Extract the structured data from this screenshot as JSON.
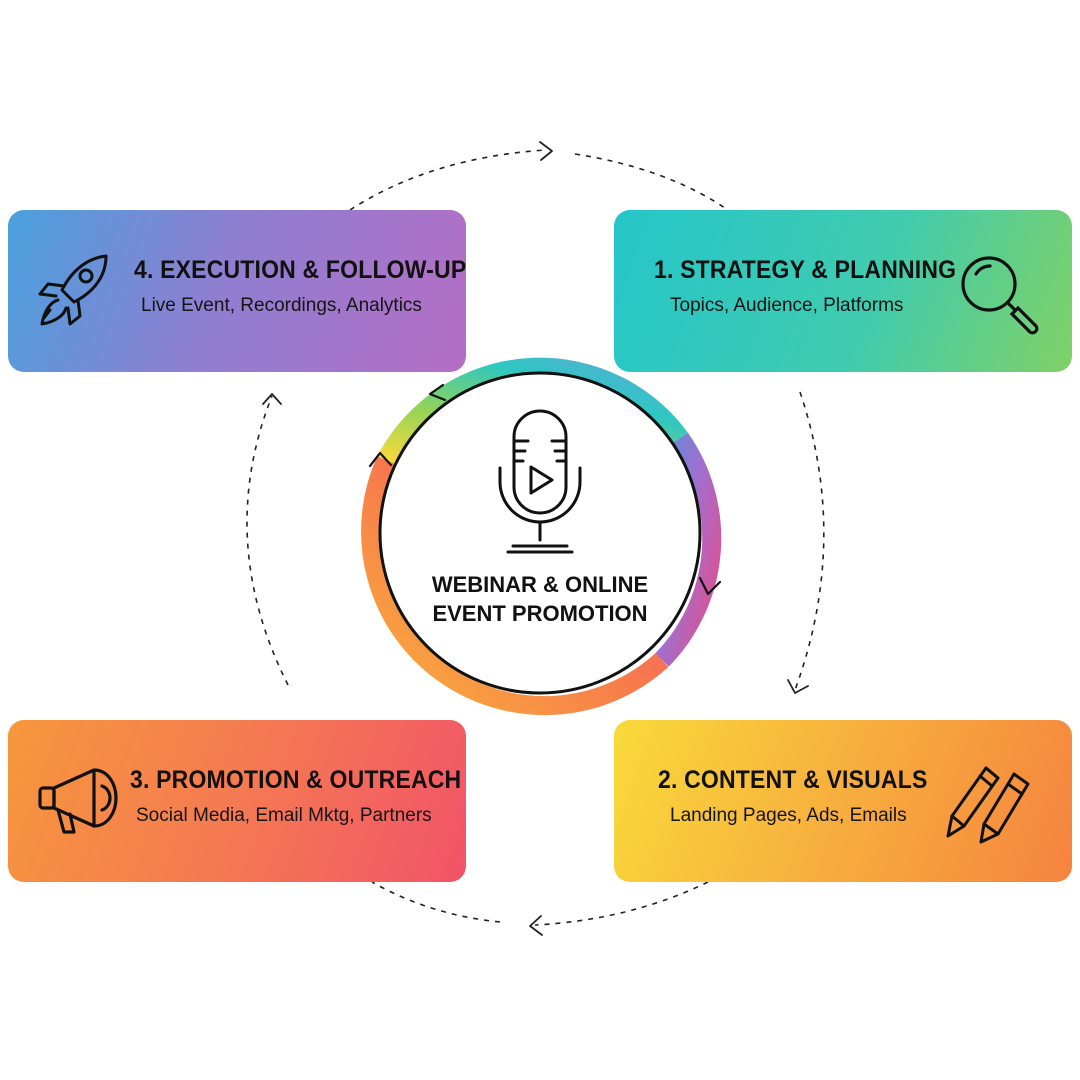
{
  "center": {
    "line1": "WEBINAR & ONLINE",
    "line2": "EVENT PROMOTION",
    "icon": "microphone-play-icon"
  },
  "steps": [
    {
      "title": "1. STRATEGY & PLANNING",
      "subtitle": "Topics, Audience, Platforms",
      "icon": "magnifier-icon"
    },
    {
      "title": "2. CONTENT & VISUALS",
      "subtitle": "Landing Pages, Ads, Emails",
      "icon": "pencils-icon"
    },
    {
      "title": "3. PROMOTION & OUTREACH",
      "subtitle": "Social Media, Email Mktg, Partners",
      "icon": "megaphone-icon"
    },
    {
      "title": "4. EXECUTION & FOLLOW-UP",
      "subtitle": "Live Event, Recordings, Analytics",
      "icon": "rocket-icon"
    }
  ],
  "colors": {
    "strategy": "#2ec7c2",
    "content": "#f7b03e",
    "promotion": "#f46a57",
    "execution": "#9b78cc",
    "ink": "#111111"
  }
}
